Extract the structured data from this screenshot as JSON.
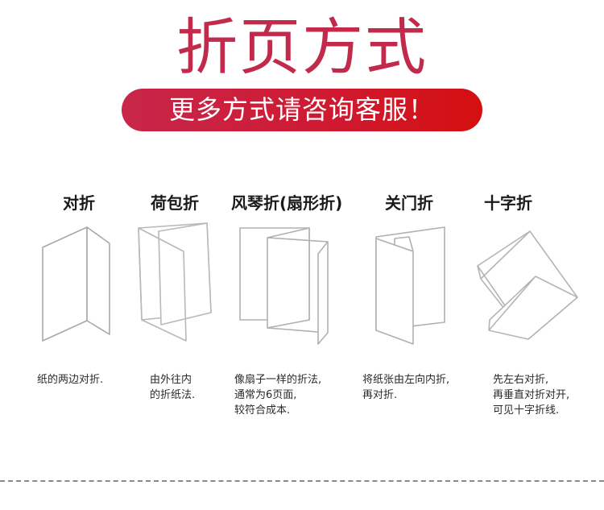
{
  "header": {
    "title": "折页方式",
    "banner_text": "更多方式请咨询客服！",
    "title_color": "#c22a4b",
    "banner_gradient": [
      "#c8264a",
      "#d40f10"
    ]
  },
  "fold_types": [
    {
      "name": "对折",
      "icon": "half-fold-icon",
      "description": [
        "纸的两边对折."
      ]
    },
    {
      "name": "荷包折",
      "icon": "wallet-fold-icon",
      "description": [
        "由外往内",
        "的折纸法."
      ]
    },
    {
      "name": "风琴折(扇形折)",
      "icon": "accordion-fold-icon",
      "description": [
        "像扇子一样的折法,",
        "通常为6页面,",
        "较符合成本."
      ]
    },
    {
      "name": "关门折",
      "icon": "gate-fold-icon",
      "description": [
        "将纸张由左向内折,",
        "再对折."
      ]
    },
    {
      "name": "十字折",
      "icon": "cross-fold-icon",
      "description": [
        "先左右对折,",
        "再垂直对折对开,",
        "可见十字折线."
      ]
    }
  ]
}
